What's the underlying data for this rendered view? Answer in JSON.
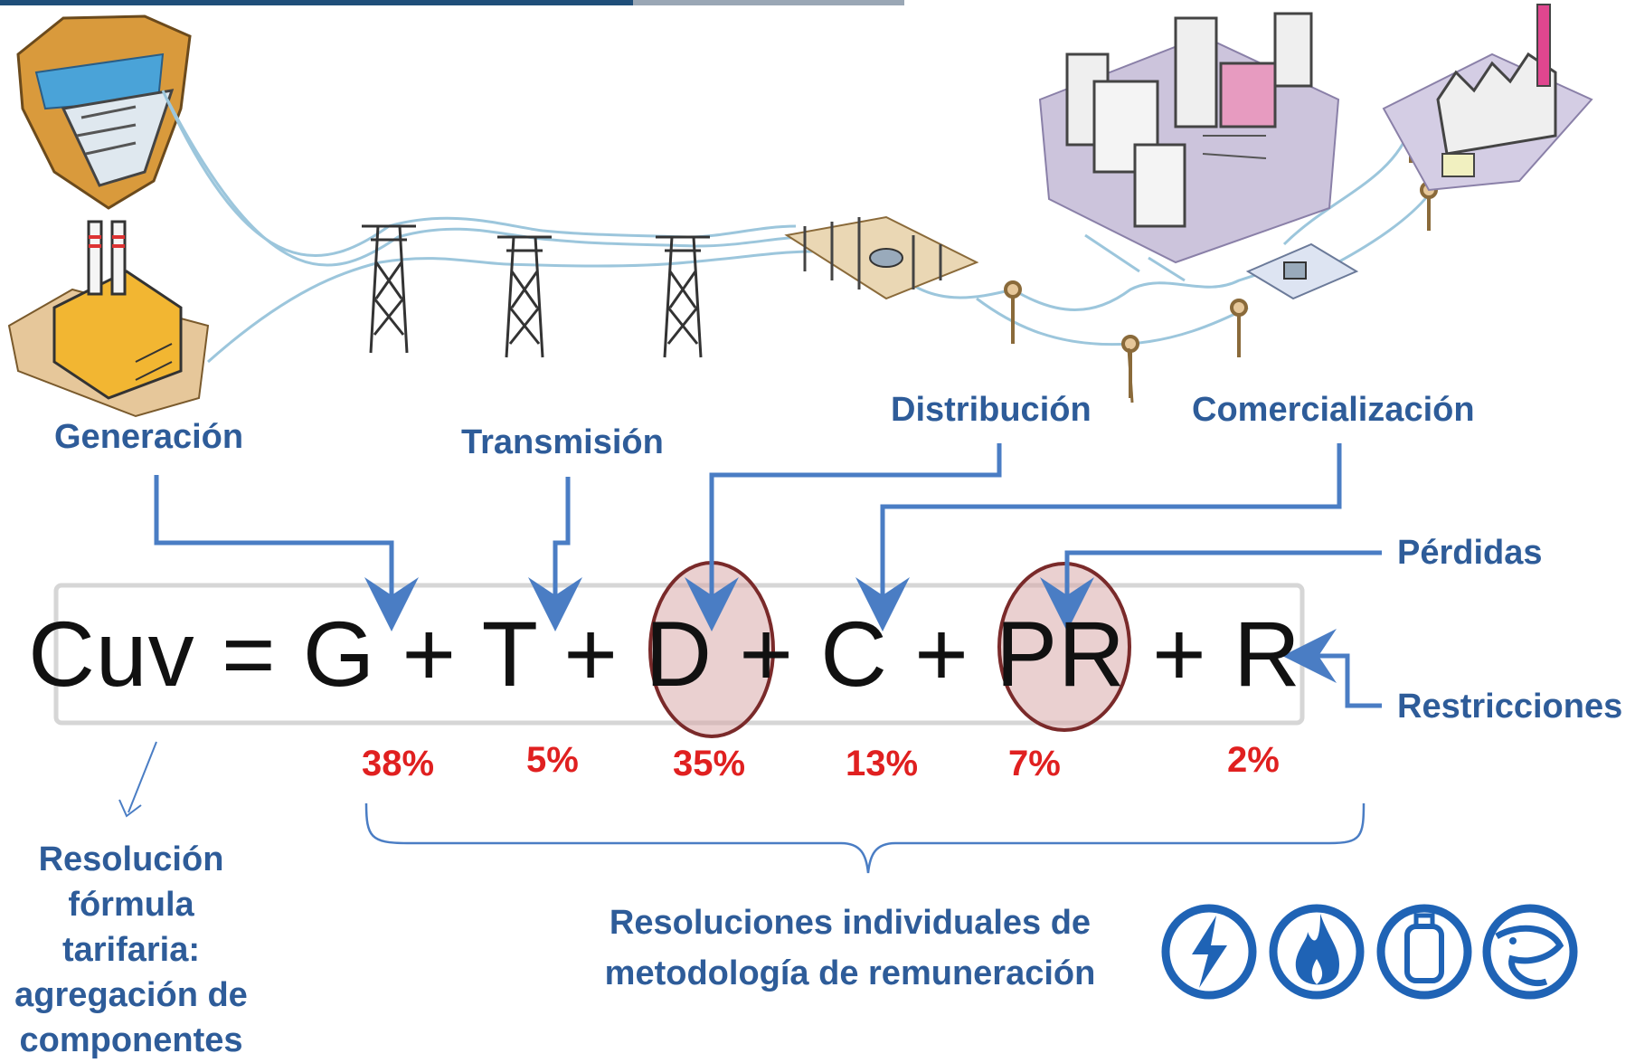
{
  "labels": {
    "generacion": "Generación",
    "transmision": "Transmisión",
    "distribucion": "Distribución",
    "comercializacion": "Comercialización",
    "perdidas": "Pérdidas",
    "restricciones": "Restricciones"
  },
  "formula": "Cuv = G + T + D + C + PR + R",
  "percentages": [
    "38%",
    "5%",
    "35%",
    "13%",
    "7%",
    "2%"
  ],
  "notes": {
    "left_line1": "Resolución",
    "left_line2": "fórmula tarifaria:",
    "left_line3": "agregación de",
    "left_line4": "componentes",
    "center_line1": "Resoluciones individuales de",
    "center_line2": "metodología de remuneración"
  },
  "icons": [
    "lightning-icon",
    "flame-icon",
    "gas-cylinder-icon",
    "gas-nozzle-icon"
  ],
  "colors": {
    "label": "#2E5C99",
    "percent": "#E02020",
    "highlight": "#C89A9A",
    "arrow": "#4A7DC4",
    "header": "#1F4E79"
  }
}
